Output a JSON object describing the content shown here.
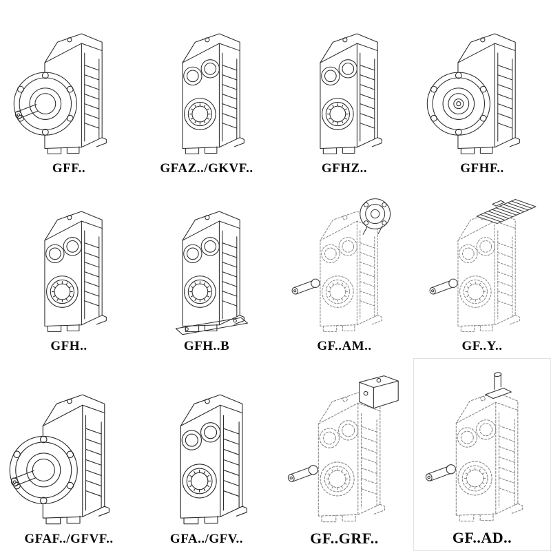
{
  "page": {
    "background": "#ffffff",
    "description": "Gear reducer model variants catalog sheet, 12 isometric technical drawings in a 4x3 grid"
  },
  "colors": {
    "solid_line": "#2b2b2b",
    "phantom_line": "#8a8a8a",
    "label_text": "#0b0b0b"
  },
  "catalog": {
    "items": [
      {
        "label": "GFF..",
        "variant": "flange-mounted-solid"
      },
      {
        "label": "GFAZ../GKVF..",
        "variant": "hollow-shaft-solid"
      },
      {
        "label": "GFHZ..",
        "variant": "hollow-shaft-solid"
      },
      {
        "label": "GFHF..",
        "variant": "flange-front-solid"
      },
      {
        "label": "GFH..",
        "variant": "hollow-shaft-solid"
      },
      {
        "label": "GFH..B",
        "variant": "hollow-shaft-foot-solid"
      },
      {
        "label": "GF..AM..",
        "variant": "phantom-with-input-flange"
      },
      {
        "label": "GF..Y..",
        "variant": "phantom-with-motor"
      },
      {
        "label": "GFAF../GFVF..",
        "variant": "flange-mounted-solid"
      },
      {
        "label": "GFA../GFV..",
        "variant": "hollow-shaft-solid"
      },
      {
        "label": "GF..GRF..",
        "variant": "phantom-with-adapter"
      },
      {
        "label": "GF..AD..",
        "variant": "phantom-with-input-shaft"
      }
    ]
  }
}
